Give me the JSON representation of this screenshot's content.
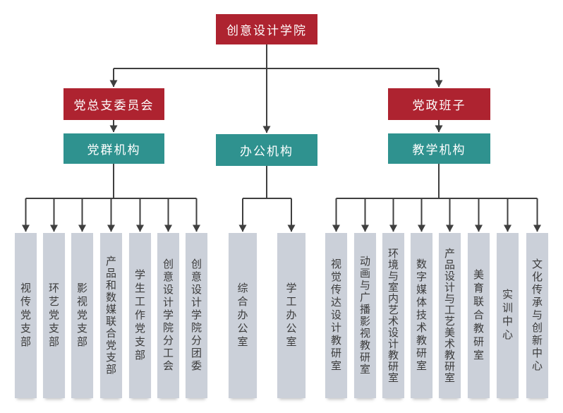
{
  "colors": {
    "primary_red": "#AE2330",
    "teal": "#2F928F",
    "node_gray": "#CBD0D9",
    "connector_line": "#3F3F3F",
    "node_text": "#3C3C3C"
  },
  "root": {
    "label": "创意设计学院"
  },
  "level2": {
    "party_committee": {
      "label": "党总支委员会"
    },
    "party_admin_team": {
      "label": "党政班子"
    }
  },
  "groups": [
    {
      "header": "党群机构",
      "children": [
        "视传党支部",
        "环艺党支部",
        "影视党支部",
        "产品和数媒联合党支部",
        "学生工作党支部",
        "创意设计学院分工会",
        "创意设计学院分团委"
      ]
    },
    {
      "header": "办公机构",
      "children": [
        "综合办公室",
        "学工办公室"
      ]
    },
    {
      "header": "教学机构",
      "children": [
        "视觉传达设计教研室",
        "动画与广播影视教研室",
        "环境与室内艺术设计教研室",
        "数字媒体技术教研室",
        "产品设计与工艺美术教研室",
        "美育联合教研室",
        "实训中心",
        "文化传承与创新中心"
      ]
    }
  ]
}
